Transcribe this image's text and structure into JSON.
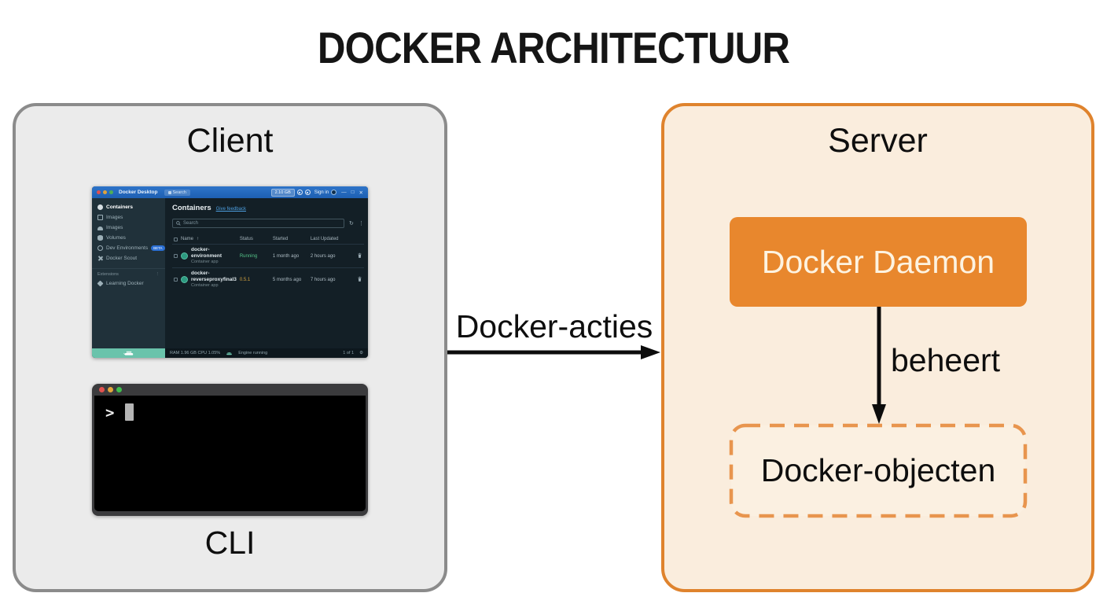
{
  "page": {
    "title": "DOCKER ARCHITECTUUR"
  },
  "client": {
    "label": "Client",
    "cli": {
      "prompt": ">",
      "label": "CLI"
    },
    "docker_desktop": {
      "titlebar": {
        "app_title": "Docker Desktop",
        "tab_label": "Search",
        "usage_badge": "2.10 GB",
        "sign_in": "Sign in",
        "minimize": "—",
        "maximize": "□",
        "close": "✕"
      },
      "sidebar": {
        "items": [
          {
            "label": "Containers",
            "icon": "whale-icon"
          },
          {
            "label": "Images",
            "icon": "layers-icon"
          },
          {
            "label": "Images",
            "icon": "cloud-icon"
          },
          {
            "label": "Volumes",
            "icon": "volume-icon"
          },
          {
            "label": "Dev Environments",
            "icon": "dev-environments-icon",
            "badge": "BETA"
          },
          {
            "label": "Docker Scout",
            "icon": "scout-icon"
          }
        ],
        "section_label": "Extensions",
        "section_menu": "⋮",
        "learning_item": "Learning Docker"
      },
      "main": {
        "heading": "Containers",
        "feedback_link": "Give feedback",
        "search_placeholder": "Search",
        "refresh": "↻",
        "overflow": "⋮",
        "table": {
          "headers": {
            "name": "Name",
            "sort": "↑",
            "status": "Status",
            "started": "Started",
            "last_updated": "Last Updated"
          },
          "rows": [
            {
              "name": "docker-environment",
              "subtext": "Container app",
              "status": "Running",
              "started": "1 month ago",
              "last_updated": "2 hours ago"
            },
            {
              "name": "docker-reverseproxyfinal3",
              "subtext": "Container app",
              "status": "0.5.1",
              "started": "5 months ago",
              "last_updated": "7 hours ago"
            }
          ]
        }
      },
      "statusbar": {
        "usage": "RAM 1.96 GB  CPU 1.05%",
        "engine": "Engine running",
        "pagination": "1 of 1",
        "settings": "⚙"
      }
    }
  },
  "arrows": {
    "client_to_server": "Docker-acties",
    "daemon_to_objects": "beheert"
  },
  "server": {
    "label": "Server",
    "daemon_label": "Docker Daemon",
    "objects_label": "Docker-objecten"
  },
  "colors": {
    "client_bg": "#ebebeb",
    "client_border": "#8b8b8b",
    "server_bg": "#faeddd",
    "server_border": "#df832d",
    "daemon_bg": "#e8872d",
    "daemon_text": "#fdf3e1",
    "dashed_border": "#e8954e",
    "titlebar_blue": "#2267be",
    "footer_teal": "#6ac3ab",
    "status_running": "#55c389",
    "status_version": "#d2a23f"
  }
}
